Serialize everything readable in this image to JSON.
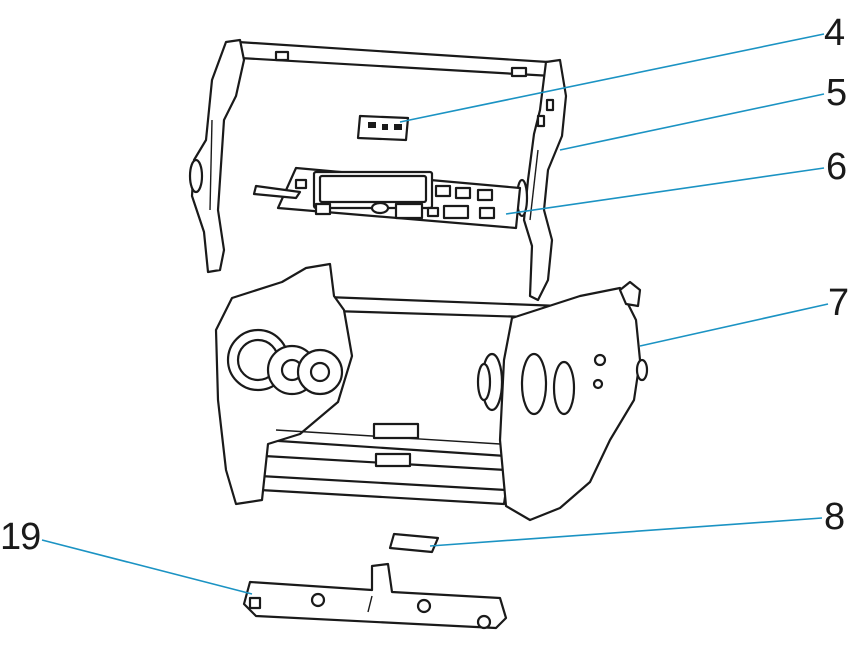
{
  "diagram": {
    "leader_color": "#1b93c3",
    "line_color": "#1a1a1a",
    "callouts": [
      {
        "id": "c4",
        "label": "4"
      },
      {
        "id": "c5",
        "label": "5"
      },
      {
        "id": "c6",
        "label": "6"
      },
      {
        "id": "c7",
        "label": "7"
      },
      {
        "id": "c8",
        "label": "8"
      },
      {
        "id": "c19",
        "label": "19"
      }
    ]
  }
}
